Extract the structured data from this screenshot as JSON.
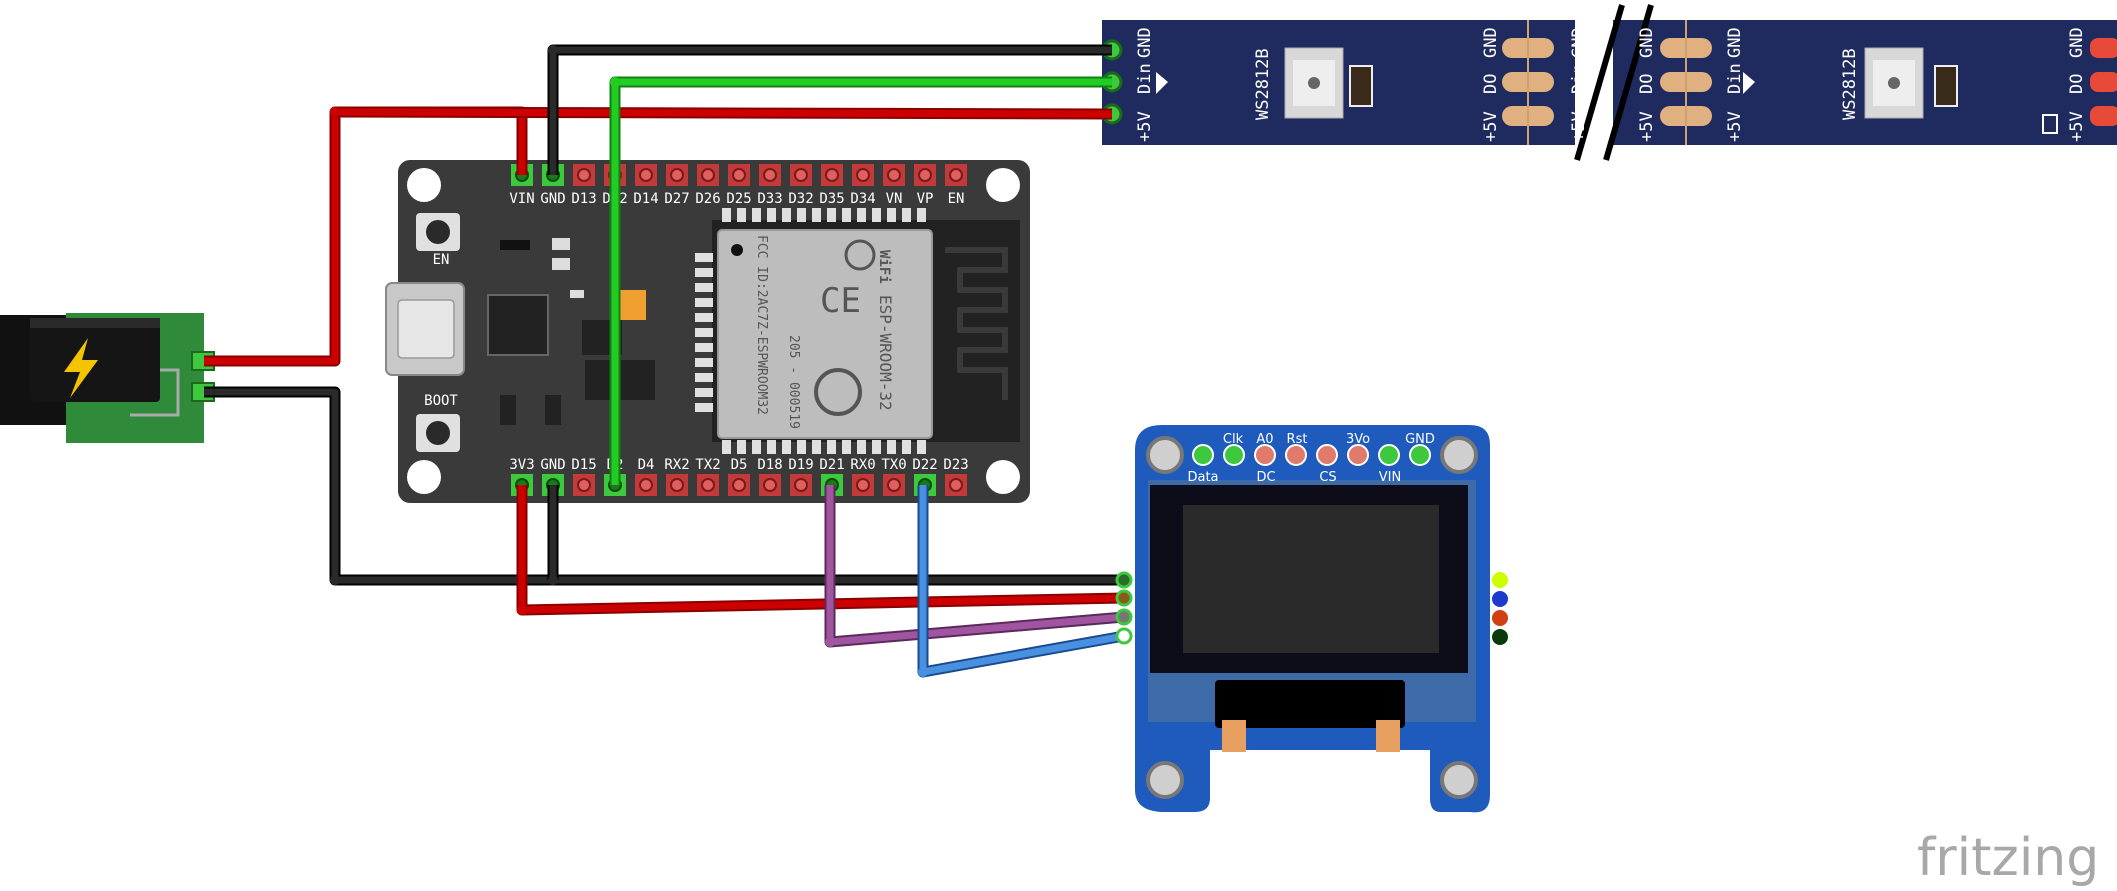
{
  "esp32": {
    "top_pins": [
      "VIN",
      "GND",
      "D13",
      "D12",
      "D14",
      "D27",
      "D26",
      "D25",
      "D33",
      "D32",
      "D35",
      "D34",
      "VN",
      "VP",
      "EN"
    ],
    "bottom_pins": [
      "3V3",
      "GND",
      "D15",
      "D2",
      "D4",
      "RX2",
      "TX2",
      "D5",
      "D18",
      "D19",
      "D21",
      "RX0",
      "TX0",
      "D22",
      "D23"
    ],
    "buttons": {
      "en": "EN",
      "boot": "BOOT"
    },
    "module": {
      "name": "ESP-WROOM-32",
      "fcc_id": "FCC ID:2AC7Z-ESPWROOM32",
      "r_code": "205 - 000519",
      "wifi": "WiFi"
    }
  },
  "led_strip": {
    "chip_label": "WS2812B",
    "input_pins": [
      "GND",
      "Din",
      "+5V"
    ],
    "output_pins": [
      "GND",
      "DO",
      "+5V"
    ]
  },
  "oled": {
    "top_pins": [
      "Clk",
      "A0",
      "Rst",
      "3Vo",
      "GND"
    ],
    "bottom_pins": [
      "Data",
      "DC",
      "CS",
      "VIN"
    ]
  },
  "colors": {
    "wire_red": "#cc0000",
    "wire_black": "#1a1a1a",
    "wire_green": "#22bb22",
    "wire_purple": "#8e3f8e",
    "wire_blue": "#3a7fd5",
    "board": "#3a3a3a",
    "strip": "#1f2b5e",
    "oled_board": "#1f5bbd",
    "power_board": "#2f8a3a"
  },
  "watermark": "fritzing"
}
